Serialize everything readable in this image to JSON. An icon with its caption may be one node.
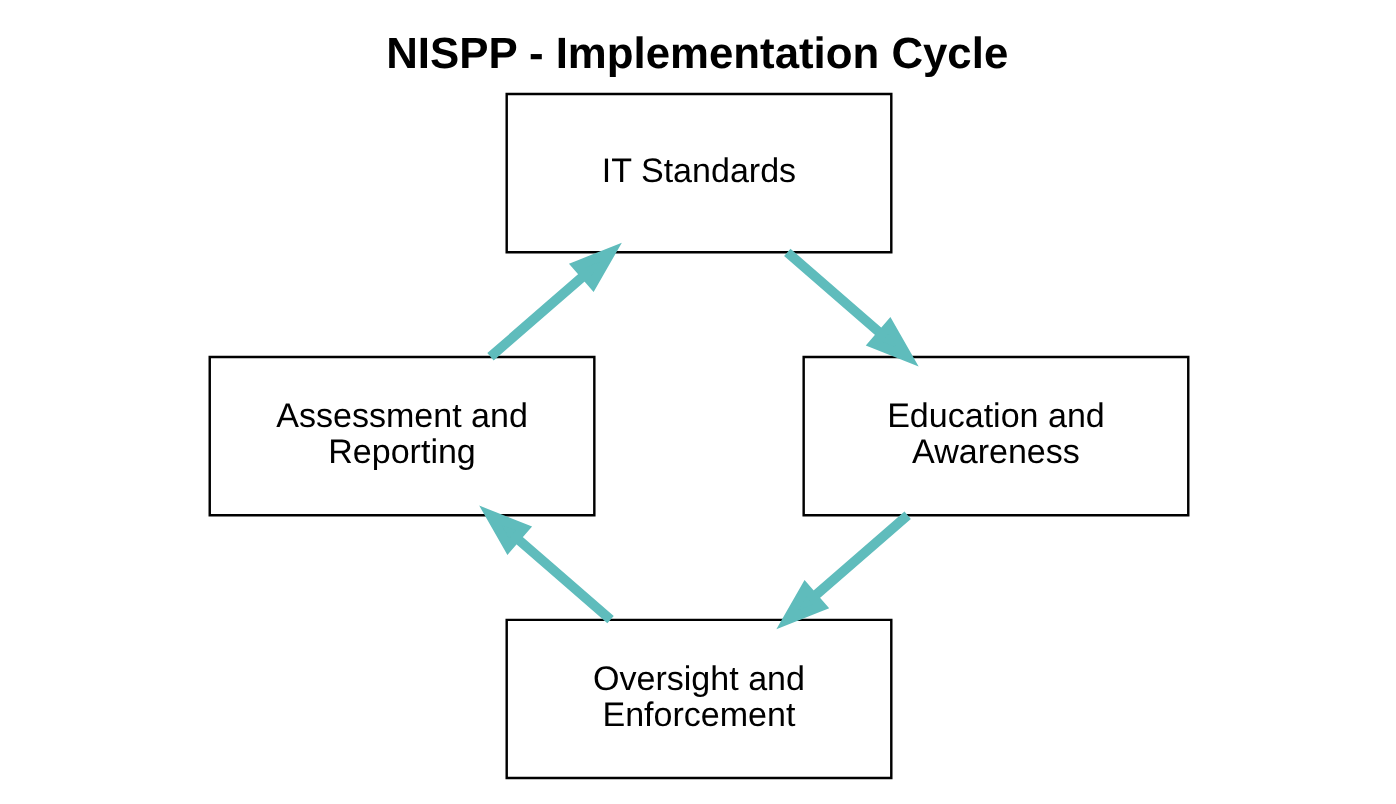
{
  "diagram": {
    "title": "NISPP - Implementation Cycle",
    "nodes": [
      {
        "text": [
          "IT Standards"
        ]
      },
      {
        "text": [
          "Education and Awareness"
        ]
      },
      {
        "text": [
          "Oversight and Enforcement"
        ]
      },
      {
        "text": [
          "Assessment and Reporting"
        ]
      }
    ],
    "edges": [
      {
        "from": 0,
        "to": 1,
        "arrow": "to"
      },
      {
        "from": 1,
        "to": 2,
        "arrow": "to"
      },
      {
        "from": 2,
        "to": 3,
        "arrow": "to"
      },
      {
        "from": 3,
        "to": 0,
        "arrow": "to"
      }
    ]
  }
}
